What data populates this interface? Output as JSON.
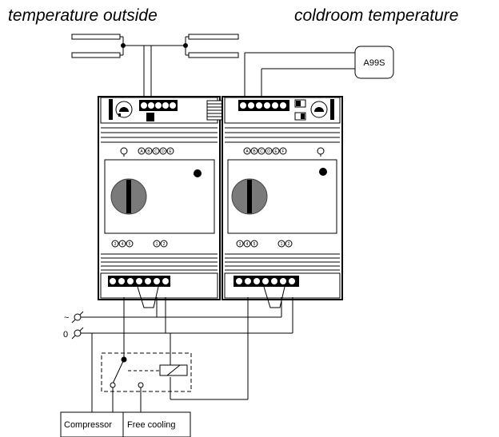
{
  "diagram": {
    "title_left": "temperature outside",
    "title_right": "coldroom temperature",
    "sensor_box": "A99S",
    "supply_phase": "~",
    "supply_neutral": "0",
    "load_left": "Compressor",
    "load_right": "Free cooling",
    "controller_left": {
      "top_terminals": [
        "A",
        "B",
        "C",
        "D",
        "E"
      ],
      "bottom_terminals_a": [
        "3",
        "4",
        "5"
      ],
      "bottom_terminals_b": [
        "1",
        "2"
      ]
    },
    "controller_right": {
      "top_terminals": [
        "A",
        "B",
        "C",
        "D",
        "E",
        "F"
      ],
      "bottom_terminals_a": [
        "3",
        "4",
        "5"
      ],
      "bottom_terminals_b": [
        "1",
        "2"
      ]
    }
  }
}
